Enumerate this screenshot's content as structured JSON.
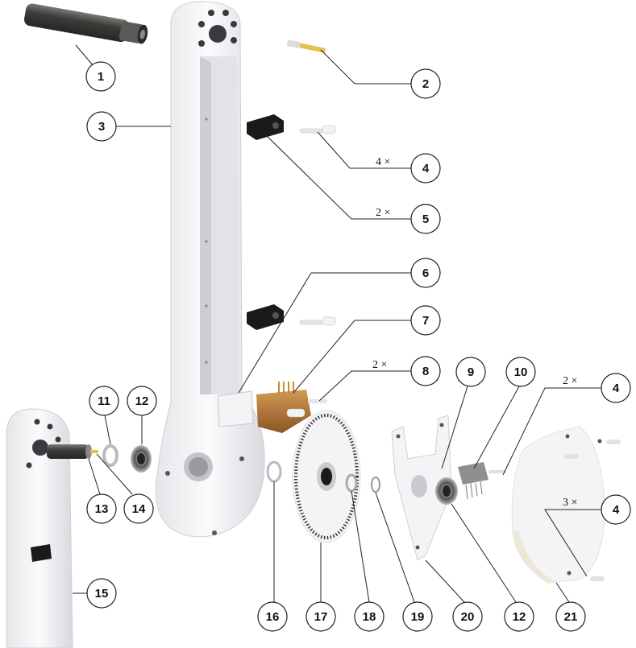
{
  "callouts": [
    {
      "id": "c1",
      "label": "1"
    },
    {
      "id": "c2",
      "label": "2"
    },
    {
      "id": "c3",
      "label": "3"
    },
    {
      "id": "c4a",
      "label": "4",
      "qty": "4 ×"
    },
    {
      "id": "c5",
      "label": "5",
      "qty": "2 ×"
    },
    {
      "id": "c6",
      "label": "6"
    },
    {
      "id": "c7",
      "label": "7"
    },
    {
      "id": "c8",
      "label": "8",
      "qty": "2 ×"
    },
    {
      "id": "c9",
      "label": "9"
    },
    {
      "id": "c10",
      "label": "10"
    },
    {
      "id": "c4b",
      "label": "4",
      "qty": "2 ×"
    },
    {
      "id": "c11",
      "label": "11"
    },
    {
      "id": "c12a",
      "label": "12"
    },
    {
      "id": "c13",
      "label": "13"
    },
    {
      "id": "c14",
      "label": "14"
    },
    {
      "id": "c4c",
      "label": "4",
      "qty": "3 ×"
    },
    {
      "id": "c15",
      "label": "15"
    },
    {
      "id": "c16",
      "label": "16"
    },
    {
      "id": "c17",
      "label": "17"
    },
    {
      "id": "c18",
      "label": "18"
    },
    {
      "id": "c19",
      "label": "19"
    },
    {
      "id": "c20",
      "label": "20"
    },
    {
      "id": "c12b",
      "label": "12"
    },
    {
      "id": "c21",
      "label": "21"
    }
  ],
  "colors": {
    "part_white": "#f2f2f4",
    "part_shadow": "#c9c9cf",
    "shaft_dark": "#4a4a48",
    "brass": "#b07838",
    "pin_gold": "#e2c24a",
    "block_black": "#1a1a1a",
    "line": "#222222"
  }
}
